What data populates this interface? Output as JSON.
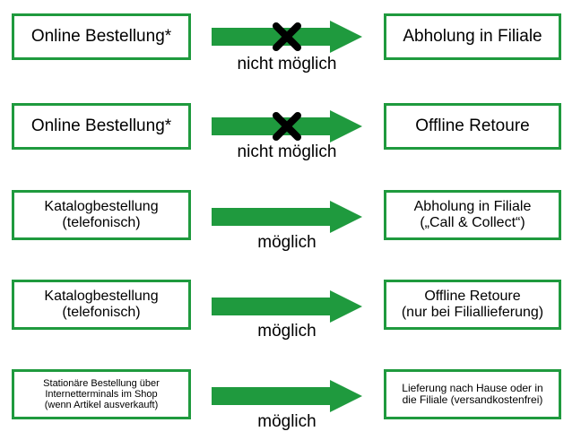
{
  "rows": [
    {
      "left": [
        "Online Bestellung*"
      ],
      "right": [
        "Abholung in Filiale"
      ],
      "status": "nicht möglich",
      "possible": false
    },
    {
      "left": [
        "Online Bestellung*"
      ],
      "right": [
        "Offline Retoure"
      ],
      "status": "nicht möglich",
      "possible": false
    },
    {
      "left": [
        "Katalogbestellung",
        "(telefonisch)"
      ],
      "right": [
        "Abholung in Filiale",
        "(„Call & Collect“)"
      ],
      "status": "möglich",
      "possible": true
    },
    {
      "left": [
        "Katalogbestellung",
        "(telefonisch)"
      ],
      "right": [
        "Offline Retoure",
        "(nur bei Filiallieferung)"
      ],
      "status": "möglich",
      "possible": true
    },
    {
      "left": [
        "Stationäre Bestellung  über",
        "Internetterminals im Shop",
        "(wenn Artikel ausverkauft)"
      ],
      "right": [
        "Lieferung nach Hause oder in",
        "die Filiale (versandkostenfrei)"
      ],
      "status": "möglich",
      "possible": true
    }
  ],
  "colors": {
    "green": "#1f9a3e",
    "cross": "#000000",
    "text": "#000000"
  }
}
